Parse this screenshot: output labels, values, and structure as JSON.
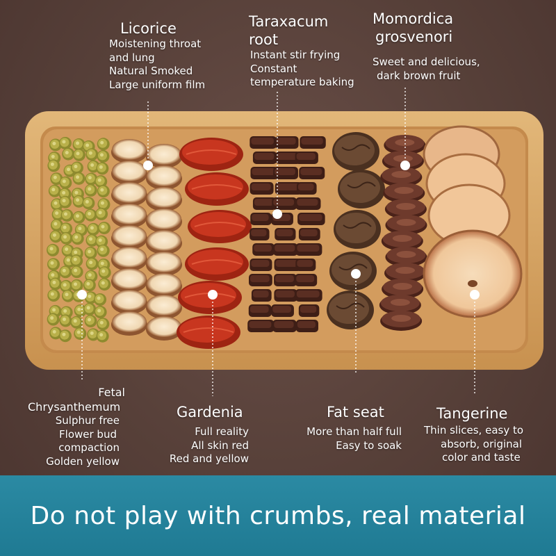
{
  "herbs": {
    "licorice": {
      "title": "Licorice",
      "lines": [
        "Moistening throat",
        "and lung",
        "Natural Smoked",
        "Large uniform film"
      ]
    },
    "taraxacum": {
      "title_lines": [
        "Taraxacum",
        "root"
      ],
      "lines": [
        "Instant stir frying",
        "Constant",
        "temperature baking"
      ]
    },
    "momordica": {
      "title_lines": [
        "Momordica",
        "grosvenori"
      ],
      "lines": [
        "Sweet and delicious,",
        "dark brown fruit"
      ]
    },
    "chrysanthemum": {
      "title_lines": [
        "Fetal",
        "Chrysanthemum"
      ],
      "lines": [
        "Sulphur free",
        "Flower bud",
        "compaction",
        "Golden yellow"
      ]
    },
    "gardenia": {
      "title": "Gardenia",
      "lines": [
        "Full reality",
        "All skin red",
        "Red and yellow"
      ]
    },
    "fat_seat": {
      "title": "Fat seat",
      "lines": [
        "More than half full",
        "Easy to soak"
      ]
    },
    "tangerine": {
      "title": "Tangerine",
      "lines": [
        "Thin slices, easy to",
        "absorb, original",
        "color and taste"
      ]
    }
  },
  "banner": {
    "text": "Do not play with crumbs, real material",
    "color": "#1f7a93"
  },
  "colors": {
    "background": "#574039",
    "tray": "#d9a86b",
    "chrysanthemum": "#b9b04a",
    "licorice": "#f2dcbc",
    "gardenia": "#c8361f",
    "taraxacum": "#5a2e22",
    "fat_seat": "#6b4a33",
    "momordica": "#6e3a2c",
    "tangerine": "#f0c79a"
  }
}
